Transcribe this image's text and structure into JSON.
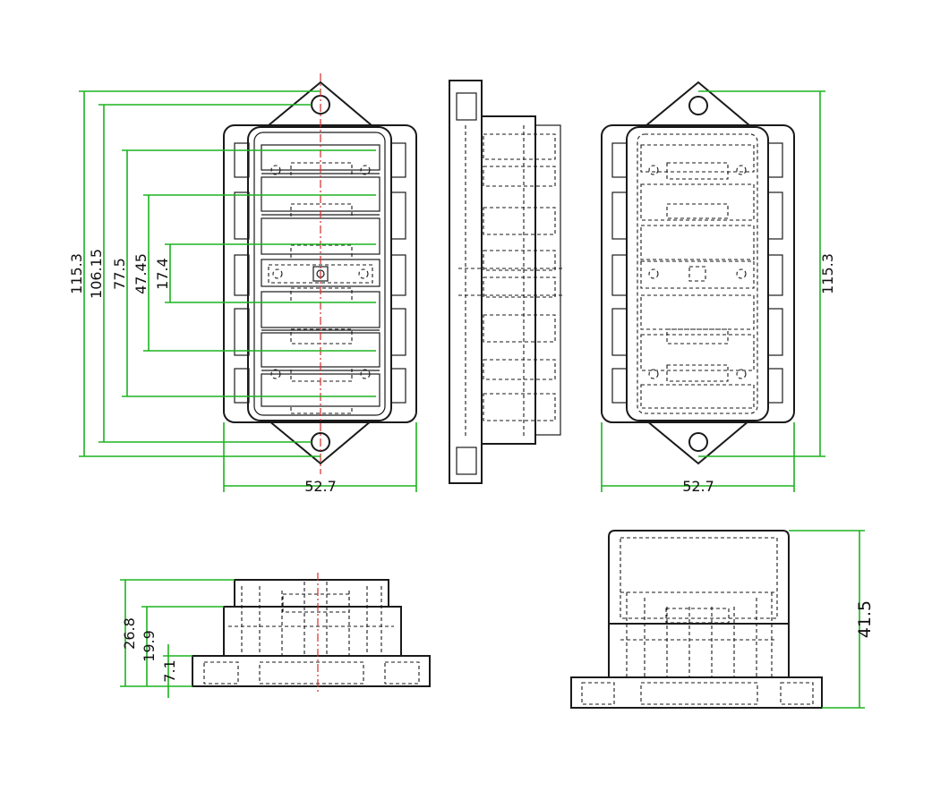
{
  "colors": {
    "outline": "#1a1a1a",
    "dimension": "#1db320",
    "centerline": "#d42b2b",
    "background": "#ffffff"
  },
  "dimensions": {
    "front_height_overall": "115.3",
    "front_height_holes": "106.15",
    "front_height_outer_rows": "77.5",
    "front_height_mid_rows": "47.45",
    "front_height_center": "17.4",
    "front_width": "52.7",
    "back_height": "115.3",
    "back_width": "52.7",
    "side_height_total": "26.8",
    "side_height_body": "19.9",
    "side_height_base": "7.1",
    "end_height": "41.5"
  }
}
